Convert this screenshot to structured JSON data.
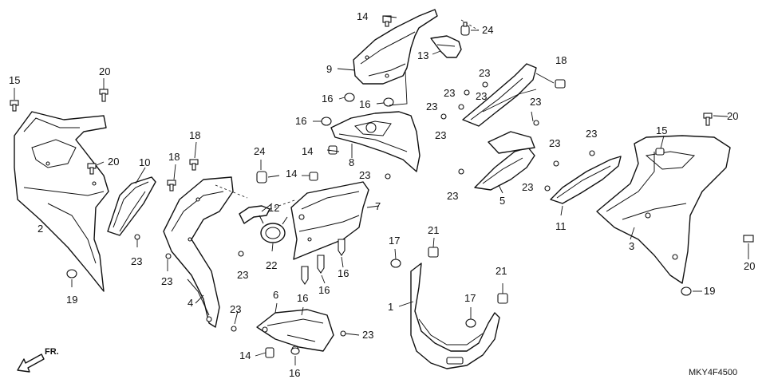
{
  "callouts": {
    "c1": "1",
    "c2": "2",
    "c3": "3",
    "c4": "4",
    "c5": "5",
    "c6": "6",
    "c7": "7",
    "c8": "8",
    "c9": "9",
    "c10": "10",
    "c11": "11",
    "c12": "12",
    "c13": "13",
    "c14": "14",
    "c15": "15",
    "c16": "16",
    "c17": "17",
    "c18": "18",
    "c19": "19",
    "c20": "20",
    "c21": "21",
    "c22": "22",
    "c23": "23",
    "c24": "24"
  },
  "direction_label": "FR.",
  "diagram_code": "MKY4F4500"
}
